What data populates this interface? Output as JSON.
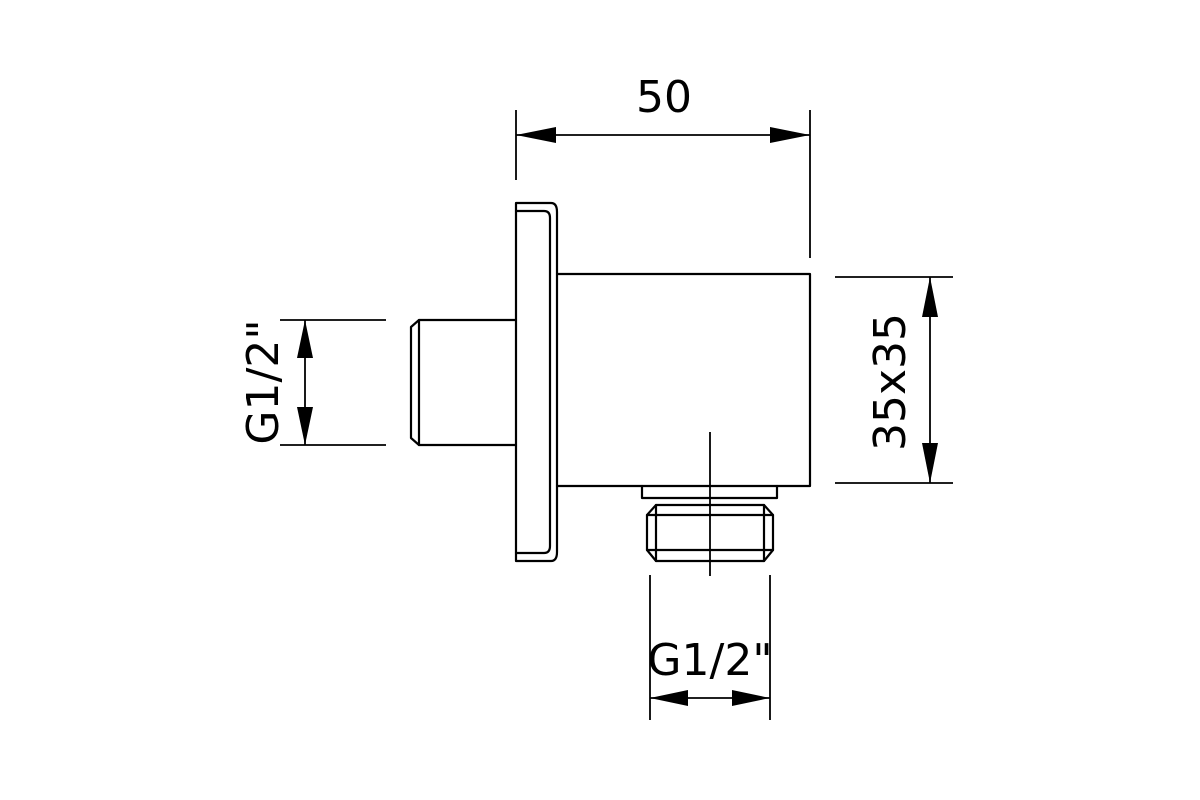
{
  "drawing": {
    "dimensions": {
      "overall_length": "50",
      "body_section": "35x35",
      "inlet_thread": "G1/2\"",
      "outlet_thread": "G1/2\""
    }
  }
}
